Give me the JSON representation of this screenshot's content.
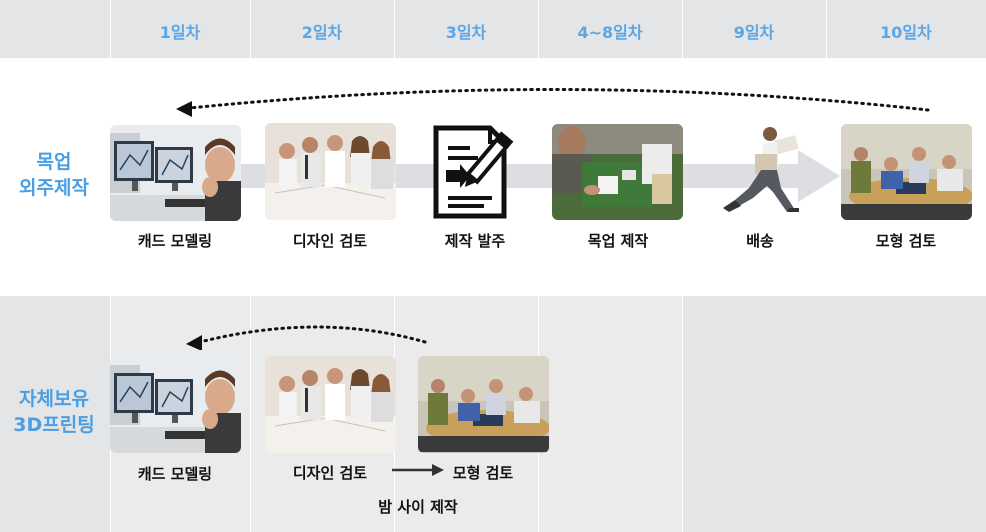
{
  "timeline": {
    "days": [
      "1일차",
      "2일차",
      "3일차",
      "4~8일차",
      "9일차",
      "10일차"
    ]
  },
  "outsourcing_row": {
    "label_line1": "목업",
    "label_line2": "외주제작",
    "steps": [
      {
        "label": "캐드 모델링",
        "icon": "cad-workstation-photo"
      },
      {
        "label": "디자인 검토",
        "icon": "design-review-photo"
      },
      {
        "label": "제작 발주",
        "icon": "document-pen-icon"
      },
      {
        "label": "목업 제작",
        "icon": "mockup-making-photo"
      },
      {
        "label": "배송",
        "icon": "delivery-man-icon"
      },
      {
        "label": "모형 검토",
        "icon": "model-review-photo"
      }
    ]
  },
  "inhouse_row": {
    "label_line1": "자체보유",
    "label_line2": "3D프린팅",
    "steps": [
      {
        "label": "캐드 모델링",
        "icon": "cad-workstation-photo"
      },
      {
        "label": "디자인 검토",
        "icon": "design-review-photo"
      },
      {
        "label": "모형 검토",
        "icon": "model-review-photo"
      }
    ],
    "overnight_note": "밤 사이 제작"
  },
  "colors": {
    "accent": "#4a9fe3",
    "band": "#e4e5e7"
  }
}
